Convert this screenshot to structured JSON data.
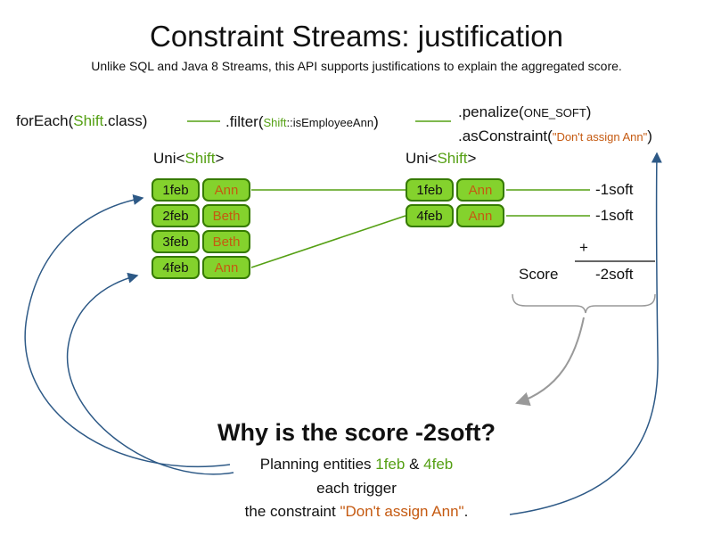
{
  "title": "Constraint Streams: justification",
  "subtitle": "Unlike SQL and Java 8 Streams, this API supports justifications to explain the aggregated score.",
  "code": {
    "foreach_prefix": "forEach(",
    "foreach_class": "Shift",
    "foreach_suffix": ".class)",
    "filter_prefix": ".filter(",
    "filter_class": "Shift",
    "filter_mid": "::isEmployeeAnn",
    "filter_close": ")",
    "penalize_prefix": ".penalize(",
    "penalize_arg": "ONE_SOFT",
    "penalize_close": ")",
    "asconstraint_prefix": ".asConstraint(",
    "asconstraint_arg": "\"Don't assign Ann\"",
    "asconstraint_close": ")"
  },
  "left_stream": {
    "type_prefix": "Uni<",
    "type_name": "Shift",
    "type_suffix": ">",
    "rows": [
      {
        "date": "1feb",
        "employee": "Ann"
      },
      {
        "date": "2feb",
        "employee": "Beth"
      },
      {
        "date": "3feb",
        "employee": "Beth"
      },
      {
        "date": "4feb",
        "employee": "Ann"
      }
    ]
  },
  "right_stream": {
    "type_prefix": "Uni<",
    "type_name": "Shift",
    "type_suffix": ">",
    "rows": [
      {
        "date": "1feb",
        "employee": "Ann"
      },
      {
        "date": "4feb",
        "employee": "Ann"
      }
    ]
  },
  "score_panel": {
    "row_scores": [
      "-1soft",
      "-1soft"
    ],
    "plus": "+",
    "score_label": "Score",
    "total": "-2soft"
  },
  "explanation": {
    "heading": "Why is the score -2soft?",
    "line1_prefix": "Planning entities ",
    "line1_date1": "1feb",
    "line1_amp": " & ",
    "line1_date2": "4feb",
    "line2": "each trigger",
    "line3_prefix": "the constraint ",
    "line3_quote": "\"Don't assign Ann\"",
    "line3_suffix": "."
  },
  "icons": {
    "blue_curved_arrows": "arrow-curve-icon",
    "gray_arrow": "arrow-down-icon",
    "underbrace": "curly-brace-icon"
  },
  "colors": {
    "green-text": "#55a014",
    "green-line": "#55a014",
    "cell-fill": "#84d22d",
    "cell-border": "#357a00",
    "orange": "#c55a11",
    "blue-arrow": "#2d5986",
    "gray-arrow": "#999999"
  }
}
